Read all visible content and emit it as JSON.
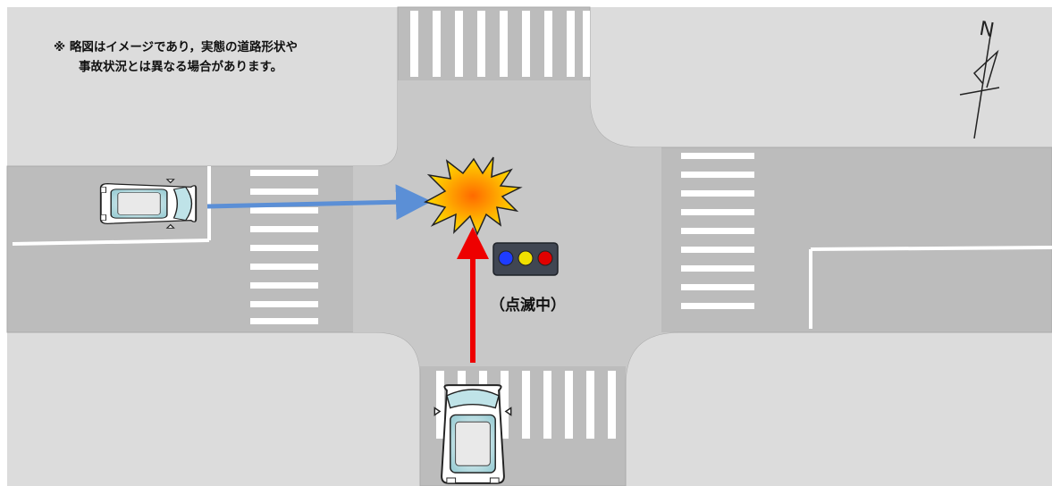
{
  "note": {
    "mark": "※",
    "line1": "略図はイメージであり，実態の道路形状や",
    "line2": "事故状況とは異なる場合があります。"
  },
  "signal": {
    "label": "（点滅中）",
    "lights": [
      "#1e3cff",
      "#f0e000",
      "#e00000"
    ]
  },
  "compass": {
    "letter": "N"
  },
  "colors": {
    "road": "#bcbcbc",
    "sidewalk": "#dcdcdc",
    "intersection": "#d0d0d0",
    "car_a_arrow": "#5b8fd6",
    "car_b_arrow": "#ee0000",
    "collision_outer": "#ffe000",
    "collision_inner": "#ff6a00"
  },
  "vehicles": [
    {
      "id": "car-a",
      "heading": "east",
      "arrow": "blue"
    },
    {
      "id": "car-b",
      "heading": "north",
      "arrow": "red"
    }
  ]
}
